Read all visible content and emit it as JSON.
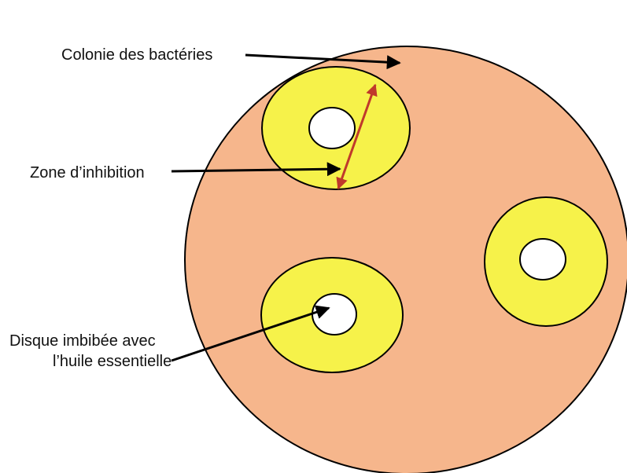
{
  "labels": {
    "colony": "Colonie des bactéries",
    "inhibition_zone": "Zone d’inhibition",
    "disk_line1": "Disque imbibée avec",
    "disk_line2": "l’huile essentielle"
  },
  "colors": {
    "plate_fill": "#f6b68c",
    "plate_stroke": "#000000",
    "zone_fill": "#f6f24a",
    "disk_fill": "#ffffff",
    "arrow_black": "#000000",
    "arrow_red": "#c0392b",
    "background": "#ffffff"
  }
}
